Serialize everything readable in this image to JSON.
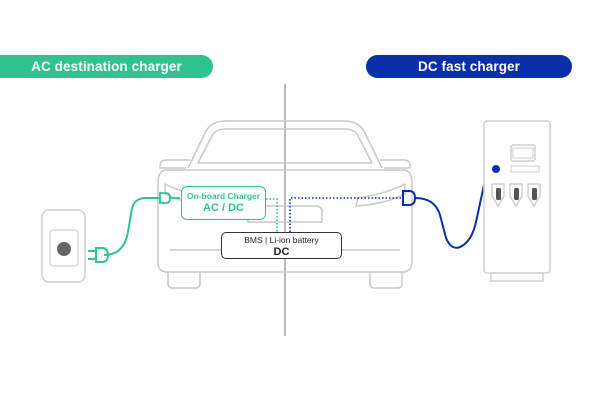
{
  "ac_section": {
    "title": "AC destination charger"
  },
  "dc_section": {
    "title": "DC fast charger"
  },
  "onboard_charger": {
    "label": "On-board Charger",
    "type": "AC / DC"
  },
  "battery": {
    "label": "BMS | Li-ion battery",
    "type": "DC"
  },
  "colors": {
    "ac": "#2fc48f",
    "dc": "#0a2fa8",
    "outline": "#c8c8c8",
    "text": "#222222"
  },
  "icons": [
    "car-outline",
    "wall-charger",
    "ac-plug-icon",
    "dc-plug-icon",
    "dc-charger-station"
  ]
}
